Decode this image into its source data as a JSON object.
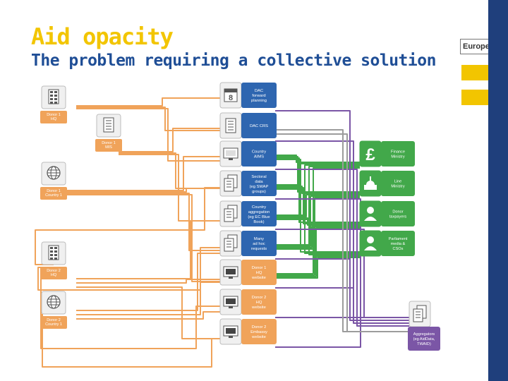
{
  "title": "Aid opacity",
  "subtitle": "The problem requiring a collective solution",
  "brand": "Europe.Aid",
  "colors": {
    "orange": "#f0a35a",
    "blue": "#2e66b0",
    "green": "#42a84a",
    "purple": "#7b56a6",
    "grey": "#9c9c9c",
    "title_yellow": "#f2c500",
    "subtitle_blue": "#1f4e96",
    "sidebar": "#1f3f7c"
  },
  "sources": [
    {
      "id": "donor1-hq",
      "label": "Donor 1\nHQ",
      "icon": "building-icon",
      "color": "orange"
    },
    {
      "id": "donor1-mis",
      "label": "Donor 1\nMIS",
      "icon": "document-icon",
      "color": "orange"
    },
    {
      "id": "donor1-country1",
      "label": "Donor 1\nCountry 1",
      "icon": "globe-icon",
      "color": "orange"
    },
    {
      "id": "donor2-hq",
      "label": "Donor 2\nHQ",
      "icon": "building-icon",
      "color": "orange"
    },
    {
      "id": "donor2-country1",
      "label": "Donor 2\nCountry 1",
      "icon": "globe-icon",
      "color": "orange"
    }
  ],
  "middle": [
    {
      "id": "dac-forward",
      "label": "DAC\nforward\nplanning",
      "icon": "calendar-icon",
      "color": "blue"
    },
    {
      "id": "dac-crs",
      "label": "DAC CRS",
      "icon": "list-document-icon",
      "color": "blue"
    },
    {
      "id": "country-aims",
      "label": "Country\nAIMS",
      "icon": "computer-icon",
      "color": "blue"
    },
    {
      "id": "sectoral-data",
      "label": "Sectoral\ndata\n(eg SWAP\ngroups)",
      "icon": "documents-icon",
      "color": "blue"
    },
    {
      "id": "country-aggregation",
      "label": "Country\naggregation\n(eg EC Blue\nBook)",
      "icon": "documents-icon",
      "color": "blue"
    },
    {
      "id": "many-adhoc",
      "label": "Many\nad hoc\nrequests",
      "icon": "documents-icon",
      "color": "blue"
    },
    {
      "id": "donor1-web",
      "label": "Donor 1\nHQ\nwebsite",
      "icon": "monitor-icon",
      "color": "orange"
    },
    {
      "id": "donor2-web",
      "label": "Donor 2\nHQ\nwebsite",
      "icon": "monitor-icon",
      "color": "orange"
    },
    {
      "id": "donor2-embassy",
      "label": "Donor 2\nEmbassy\nwebsite",
      "icon": "monitor-icon",
      "color": "orange"
    }
  ],
  "users": [
    {
      "id": "finance-ministry",
      "label": "Finance\nMinistry",
      "icon": "pound-icon",
      "color": "green"
    },
    {
      "id": "line-ministry",
      "label": "Line\nMinistry",
      "icon": "capitol-icon",
      "color": "green"
    },
    {
      "id": "donor-taxpayers",
      "label": "Donor\ntaxpayers",
      "icon": "person-icon",
      "color": "green"
    },
    {
      "id": "parliament",
      "label": "Parliament\nmedia &\nCSOs",
      "icon": "person-icon",
      "color": "green"
    },
    {
      "id": "aggregators",
      "label": "Aggregators\n(eg AidData,\nTWAID)",
      "icon": "documents-icon",
      "color": "purple"
    }
  ]
}
